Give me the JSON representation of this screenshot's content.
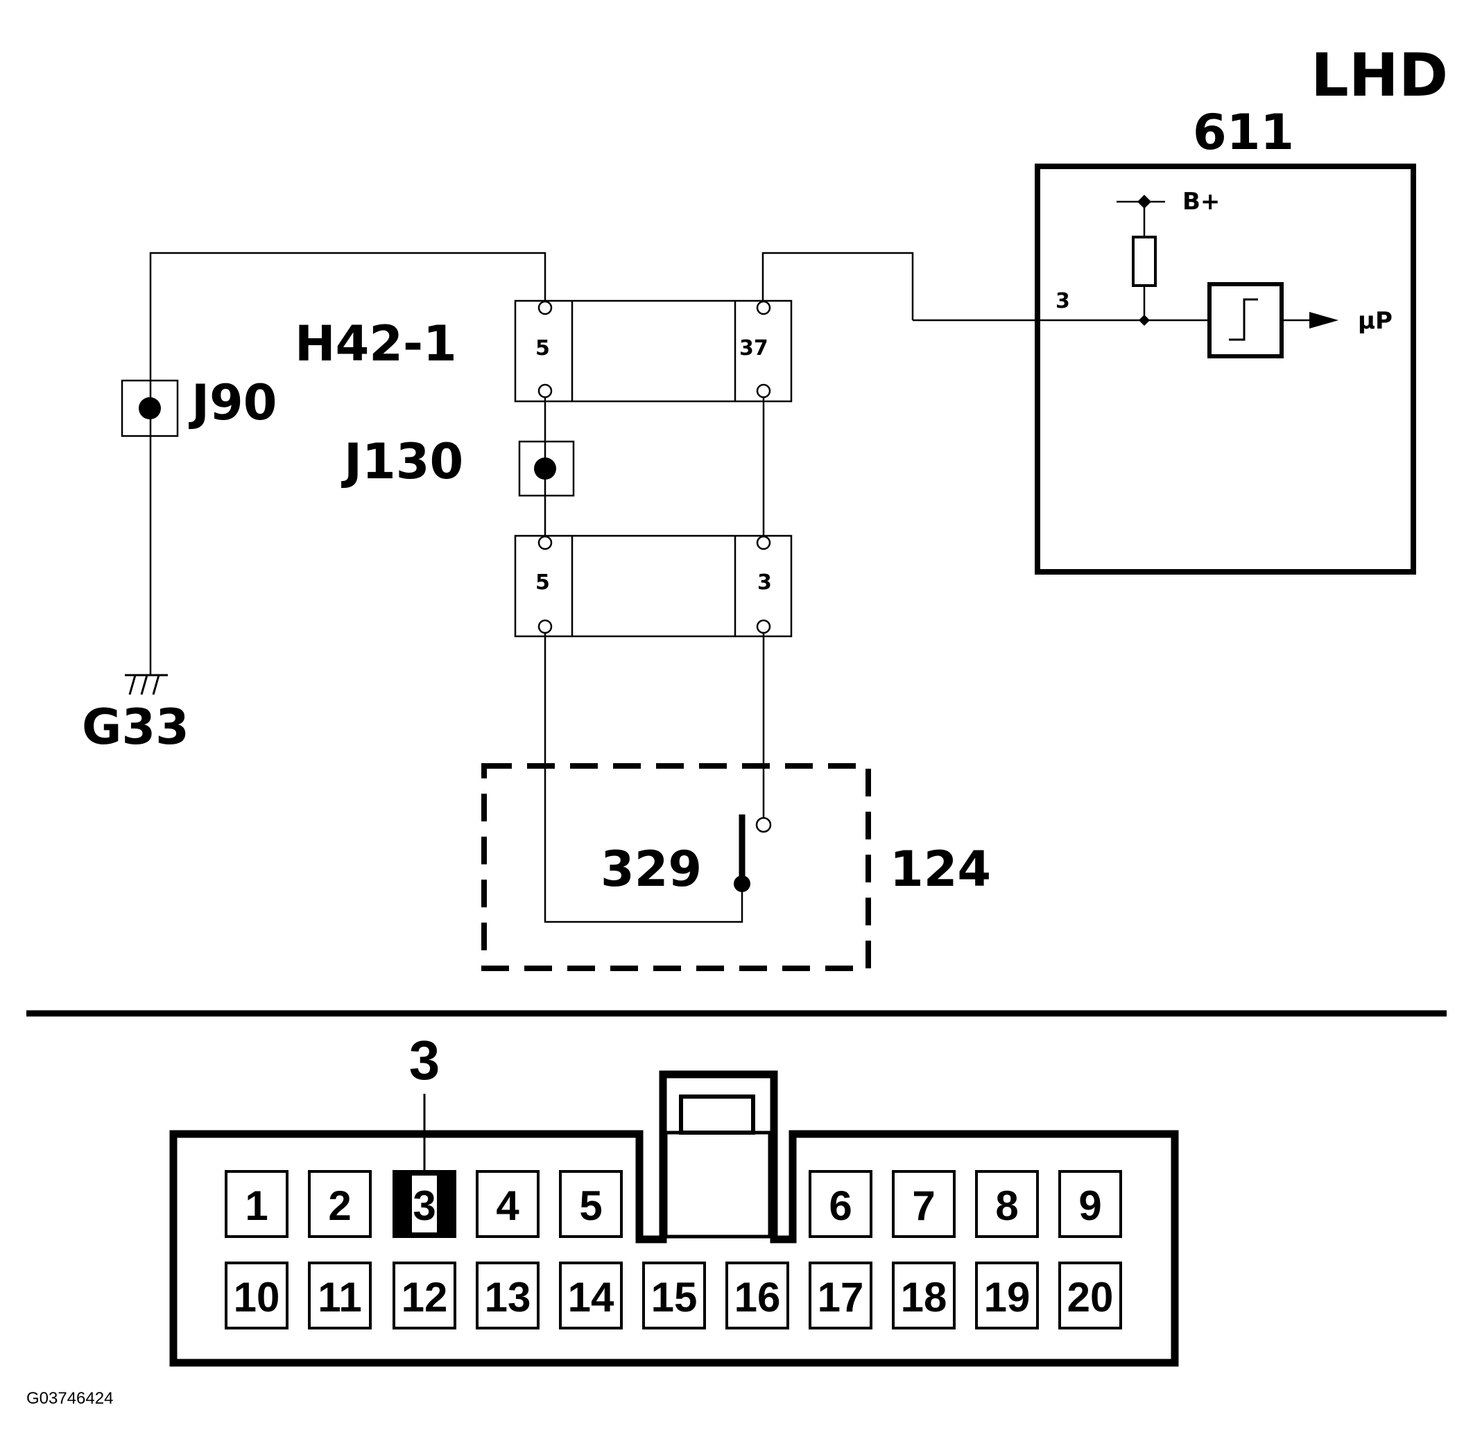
{
  "title": "LHD",
  "module": {
    "id": "611",
    "pin": "3",
    "supply": "B+",
    "output": "µP"
  },
  "harness_connector": {
    "id": "H42-1",
    "pins_upper": [
      "5",
      "37"
    ],
    "pins_lower": [
      "5",
      "3"
    ]
  },
  "splices": [
    "J90",
    "J130"
  ],
  "ground": "G33",
  "component": {
    "id": "124",
    "inner": "329"
  },
  "connector": {
    "highlight_label": "3",
    "row1": [
      "1",
      "2",
      "3",
      "4",
      "5",
      "6",
      "7",
      "8",
      "9"
    ],
    "row2": [
      "10",
      "11",
      "12",
      "13",
      "14",
      "15",
      "16",
      "17",
      "18",
      "19",
      "20"
    ],
    "highlighted": "3"
  },
  "figure_id": "G03746424"
}
